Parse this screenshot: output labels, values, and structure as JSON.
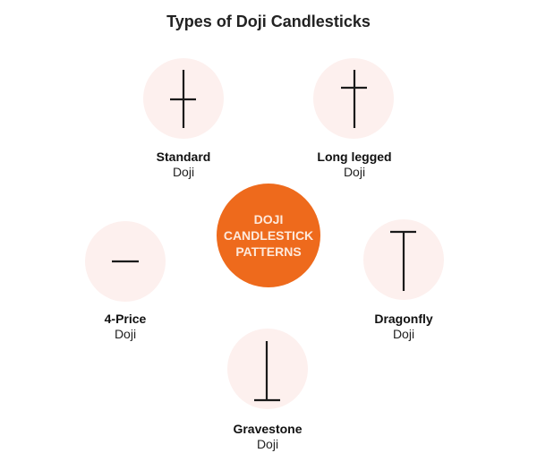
{
  "title": "Types of Doji Candlesticks",
  "center": {
    "lines": [
      "DOJI",
      "CANDLESTICK",
      "PATTERNS"
    ],
    "color": "#ee6a1c"
  },
  "colors": {
    "node_fill": "#fdf0ee",
    "glyph_stroke": "#1a1a1a",
    "accent": "#ee6a1c"
  },
  "nodes": [
    {
      "name": "Standard",
      "sub": "Doji",
      "icon": "standard-doji-icon"
    },
    {
      "name": "Long legged",
      "sub": "Doji",
      "icon": "long-legged-doji-icon"
    },
    {
      "name": "4-Price",
      "sub": "Doji",
      "icon": "four-price-doji-icon"
    },
    {
      "name": "Dragonfly",
      "sub": "Doji",
      "icon": "dragonfly-doji-icon"
    },
    {
      "name": "Gravestone",
      "sub": "Doji",
      "icon": "gravestone-doji-icon"
    }
  ]
}
